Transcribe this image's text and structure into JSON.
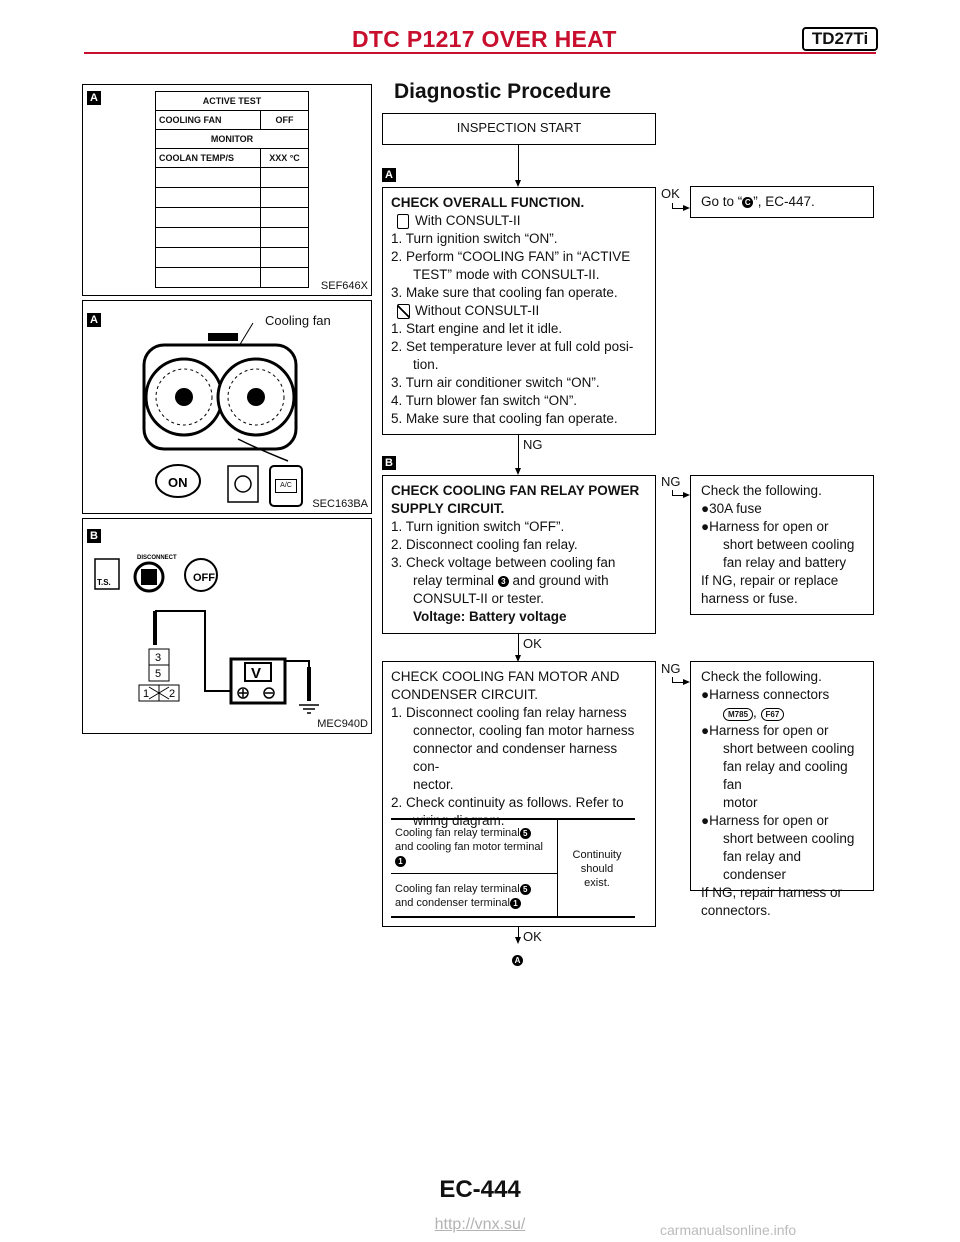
{
  "header": {
    "title": "DTC P1217 OVER HEAT",
    "model": "TD27Ti"
  },
  "section_title": "Diagnostic Procedure",
  "left": {
    "fig1": {
      "badge": "A",
      "rows": [
        [
          "ACTIVE TEST",
          ""
        ],
        [
          "COOLING FAN",
          "OFF"
        ],
        [
          "MONITOR",
          ""
        ],
        [
          "COOLAN TEMP/S",
          "XXX °C"
        ]
      ],
      "caption": "SEF646X"
    },
    "fig2": {
      "badge": "A",
      "label": "Cooling fan",
      "ac_label": "A/C",
      "on_label": "ON",
      "caption": "SEC163BA"
    },
    "fig3": {
      "badge": "B",
      "disconnect": "DISCONNECT",
      "ts": "T.S.",
      "off": "OFF",
      "term3": "3",
      "term5": "5",
      "term1": "1",
      "term2": "2",
      "meter": "V",
      "caption": "MEC940D"
    }
  },
  "flow": {
    "start": "INSPECTION START",
    "step_a_badge": "A",
    "box_a": {
      "title": "CHECK OVERALL FUNCTION.",
      "with": "With CONSULT-II",
      "with_items": [
        "1. Turn ignition switch “ON”.",
        "2. Perform “COOLING FAN” in “ACTIVE",
        "TEST” mode with CONSULT-II.",
        "3. Make sure that cooling fan operate."
      ],
      "without": "Without CONSULT-II",
      "without_items": [
        "1. Start engine and let it idle.",
        "2. Set temperature lever at full cold posi-",
        "tion.",
        "3. Turn air conditioner switch “ON”.",
        "4. Turn blower fan switch “ON”.",
        "5. Make sure that cooling fan operate."
      ]
    },
    "ok_label": "OK",
    "goto_pre": "Go to “",
    "goto_mid": "C",
    "goto_post": "”, EC-447.",
    "ng_label": "NG",
    "step_b_badge": "B",
    "box_b": {
      "title1": "CHECK COOLING FAN RELAY POWER",
      "title2": "SUPPLY CIRCUIT.",
      "items": [
        "1. Turn ignition switch “OFF”.",
        "2. Disconnect cooling fan relay.",
        "3. Check voltage between cooling fan"
      ],
      "item3b_pre": "relay terminal",
      "item3b_num": "3",
      "item3b_post": " and ground with",
      "item3c": "CONSULT-II or tester.",
      "result": "Voltage: Battery voltage"
    },
    "ng_b": {
      "head": "Check the following.",
      "b1": "30A fuse",
      "b2a": "Harness for open or",
      "b2b": "short between cooling",
      "b2c": "fan relay and battery",
      "tail1": "If NG, repair or replace",
      "tail2": "harness or fuse."
    },
    "ok_b": "OK",
    "box_c": {
      "title1": "CHECK COOLING FAN MOTOR AND",
      "title2": "CONDENSER CIRCUIT.",
      "l1": "1. Disconnect cooling fan relay harness",
      "l2": "connector, cooling fan motor harness",
      "l3": "connector and condenser harness con-",
      "l4": "nector.",
      "l5": "2. Check continuity as follows. Refer to",
      "l6": "wiring diagram.",
      "t1a_pre": "Cooling fan relay terminal",
      "t1a_num": "5",
      "t1b": "and cooling fan motor terminal",
      "t1c_num": "1",
      "t2a_pre": "Cooling fan relay terminal",
      "t2a_num": "5",
      "t2b_pre": "and condenser terminal",
      "t2b_num": "1",
      "res1": "Continuity",
      "res2": "should",
      "res3": "exist."
    },
    "ng_c": {
      "head": "Check the following.",
      "b1": "Harness connectors",
      "conn1": "M785",
      "conn_sep": ",",
      "conn2": "F67",
      "b2a": "Harness for open or",
      "b2b": "short between cooling",
      "b2c": "fan relay and cooling fan",
      "b2d": "motor",
      "b3a": "Harness for open or",
      "b3b": "short between cooling",
      "b3c": "fan relay and condenser",
      "tail1": "If NG, repair harness or",
      "tail2": "connectors."
    },
    "ok_c": "OK",
    "next_step": "A"
  },
  "footer": {
    "page": "EC-444",
    "url": "http://vnx.su/",
    "watermark": "carmanualsonline.info"
  }
}
